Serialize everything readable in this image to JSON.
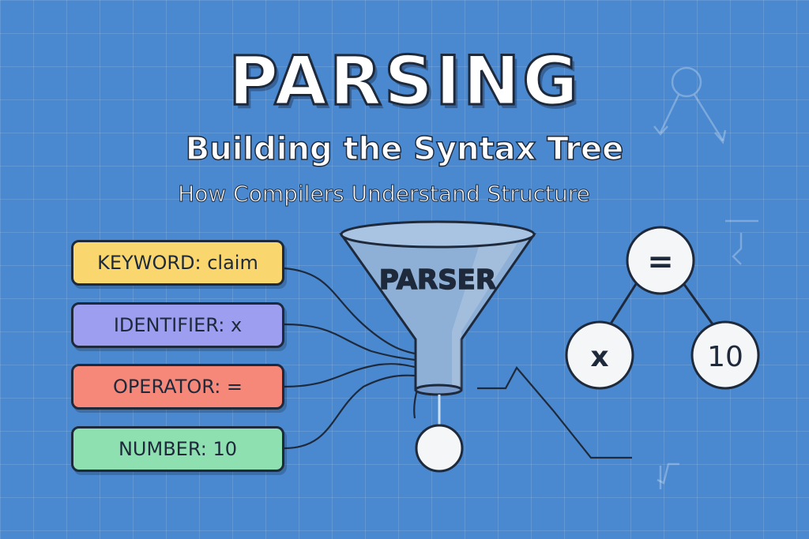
{
  "header": {
    "title": "PARSING",
    "subtitle": "Building the Syntax Tree",
    "tagline": "How Compilers Understand Structure"
  },
  "tokens": [
    {
      "label": "KEYWORD: claim",
      "color": "#f9d76e"
    },
    {
      "label": "IDENTIFIER:  x",
      "color": "#9d9ef0"
    },
    {
      "label": "OPERATOR: =",
      "color": "#f6887a"
    },
    {
      "label": "NUMBER: 10",
      "color": "#8ee0b0"
    }
  ],
  "funnel": {
    "label": "PARSER"
  },
  "tree": {
    "root": "=",
    "left": "x",
    "right": "10"
  },
  "colors": {
    "background": "#4a88cf",
    "outline": "#1e2a3b",
    "funnel": "#8fb0d6"
  }
}
